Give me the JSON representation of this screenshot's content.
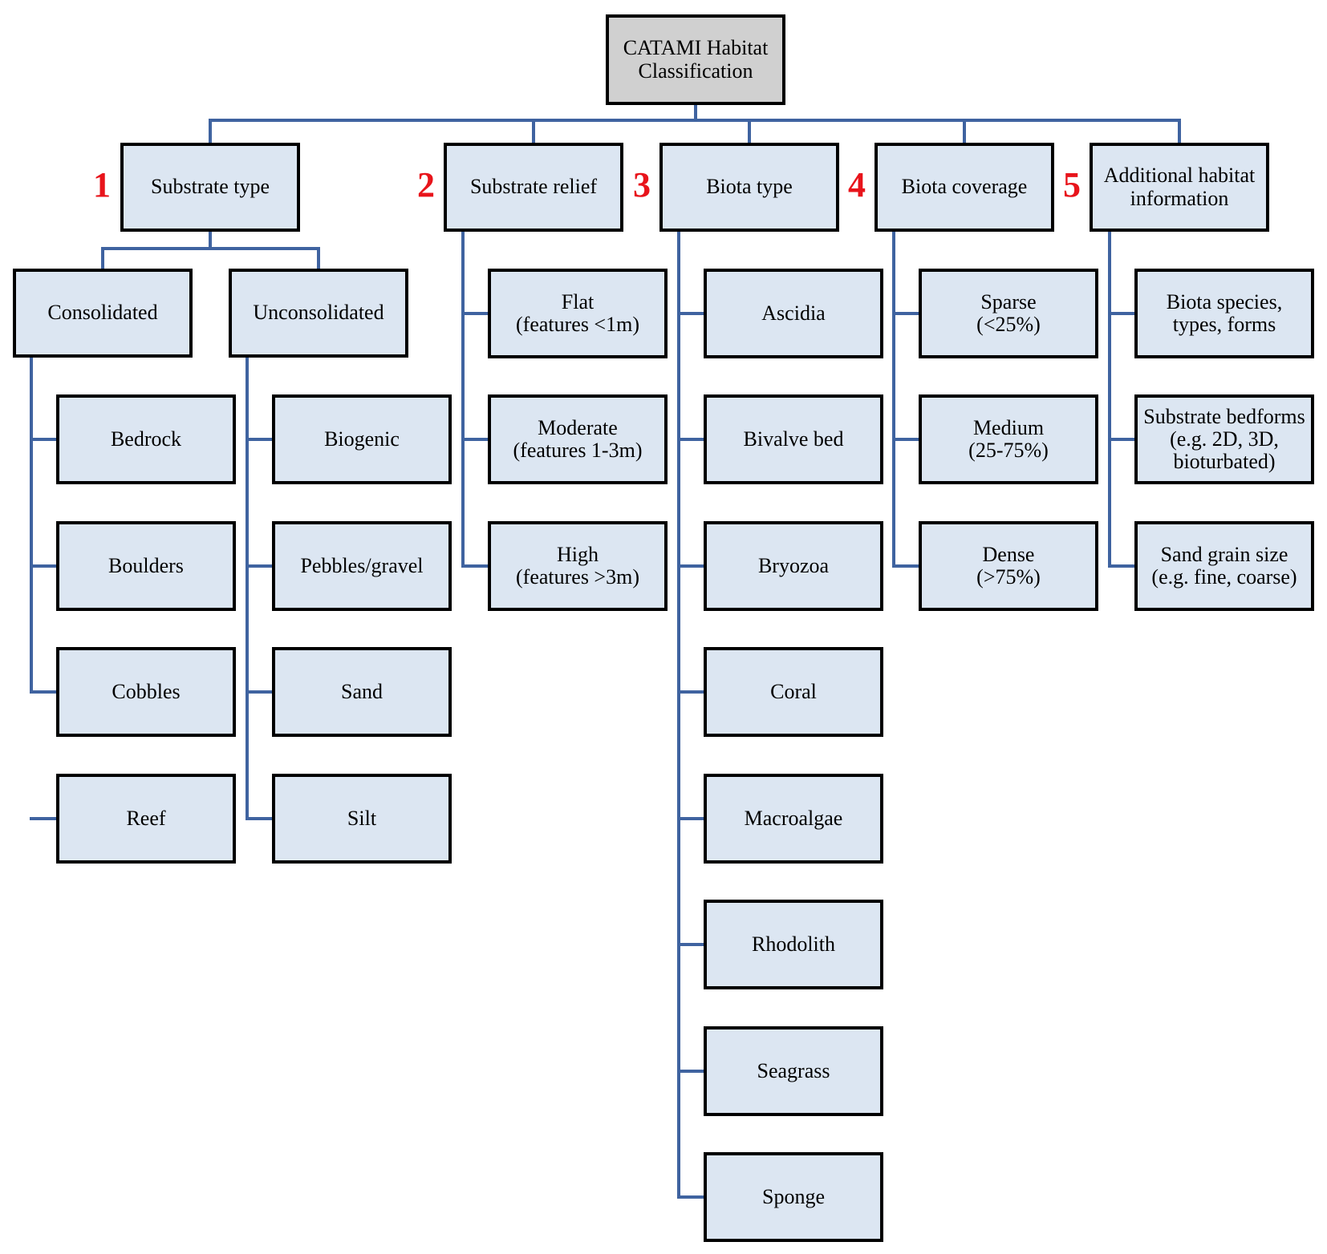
{
  "colors": {
    "root_fill": "#d0d0d0",
    "node_fill": "#dce6f2",
    "connector": "#3f63a0",
    "number": "#e8141b",
    "border": "#000000"
  },
  "root": {
    "label": "CATAMI Habitat\nClassification"
  },
  "categories": [
    {
      "number": "1",
      "label": "Substrate type",
      "groups": [
        {
          "label": "Consolidated",
          "items": [
            "Bedrock",
            "Boulders",
            "Cobbles",
            "Reef"
          ]
        },
        {
          "label": "Unconsolidated",
          "items": [
            "Biogenic",
            "Pebbles/gravel",
            "Sand",
            "Silt"
          ]
        }
      ]
    },
    {
      "number": "2",
      "label": "Substrate relief",
      "items": [
        "Flat\n(features <1m)",
        "Moderate\n(features 1-3m)",
        "High\n(features >3m)"
      ]
    },
    {
      "number": "3",
      "label": "Biota type",
      "items": [
        "Ascidia",
        "Bivalve bed",
        "Bryozoa",
        "Coral",
        "Macroalgae",
        "Rhodolith",
        "Seagrass",
        "Sponge"
      ]
    },
    {
      "number": "4",
      "label": "Biota coverage",
      "items": [
        "Sparse\n(<25%)",
        "Medium\n(25-75%)",
        "Dense\n(>75%)"
      ]
    },
    {
      "number": "5",
      "label": "Additional habitat\ninformation",
      "items": [
        "Biota species,\ntypes, forms",
        "Substrate bedforms\n(e.g. 2D, 3D,\nbioturbated)",
        "Sand grain size\n(e.g. fine, coarse)"
      ]
    }
  ]
}
